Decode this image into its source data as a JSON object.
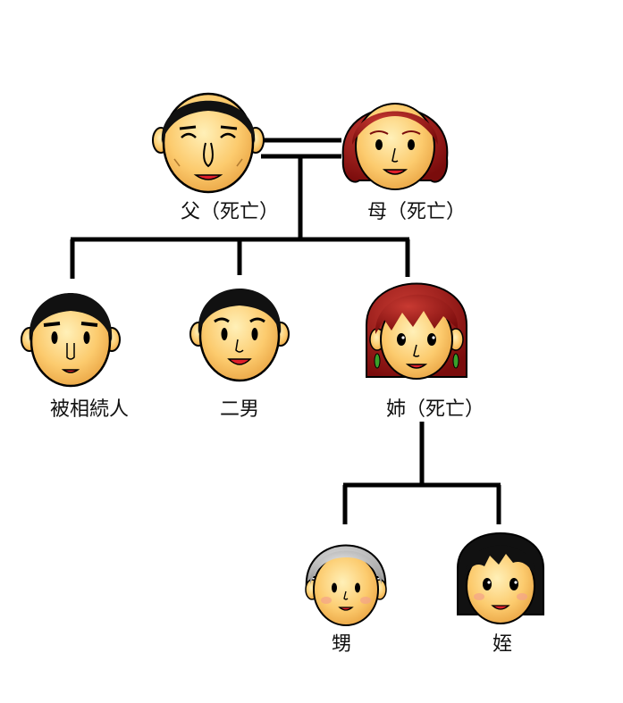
{
  "people": {
    "father": {
      "label": "父（死亡）"
    },
    "mother": {
      "label": "母（死亡）"
    },
    "deceased": {
      "label": "被相続人"
    },
    "second_son": {
      "label": "二男"
    },
    "sister": {
      "label": "姉（死亡）"
    },
    "nephew": {
      "label": "甥"
    },
    "niece": {
      "label": "姪"
    }
  },
  "colors": {
    "line": "#000000",
    "skin": "#fccb6e",
    "hair_black": "#111111",
    "hair_red": "#8f1212",
    "hair_gray": "#a9a9a9",
    "lips": "#e0202a",
    "earring": "#3aa02a"
  },
  "icons": [
    "father-face-icon",
    "mother-face-icon",
    "deceased-face-icon",
    "second-son-face-icon",
    "sister-face-icon",
    "nephew-face-icon",
    "niece-face-icon"
  ]
}
